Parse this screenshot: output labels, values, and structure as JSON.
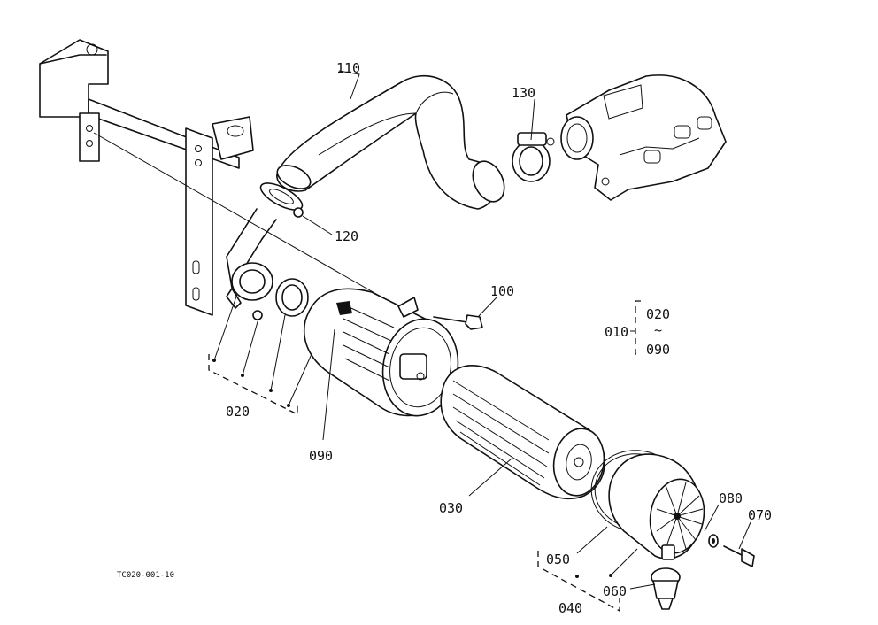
{
  "diagram": {
    "drawing_code": "TC020-001-10",
    "callouts": {
      "c010": "010",
      "c020_range_start": "020",
      "c_range_sep": "~",
      "c090_range_end": "090",
      "c020": "020",
      "c030": "030",
      "c040": "040",
      "c050": "050",
      "c060": "060",
      "c070": "070",
      "c080": "080",
      "c090": "090",
      "c100": "100",
      "c110": "110",
      "c120": "120",
      "c130": "130"
    }
  }
}
